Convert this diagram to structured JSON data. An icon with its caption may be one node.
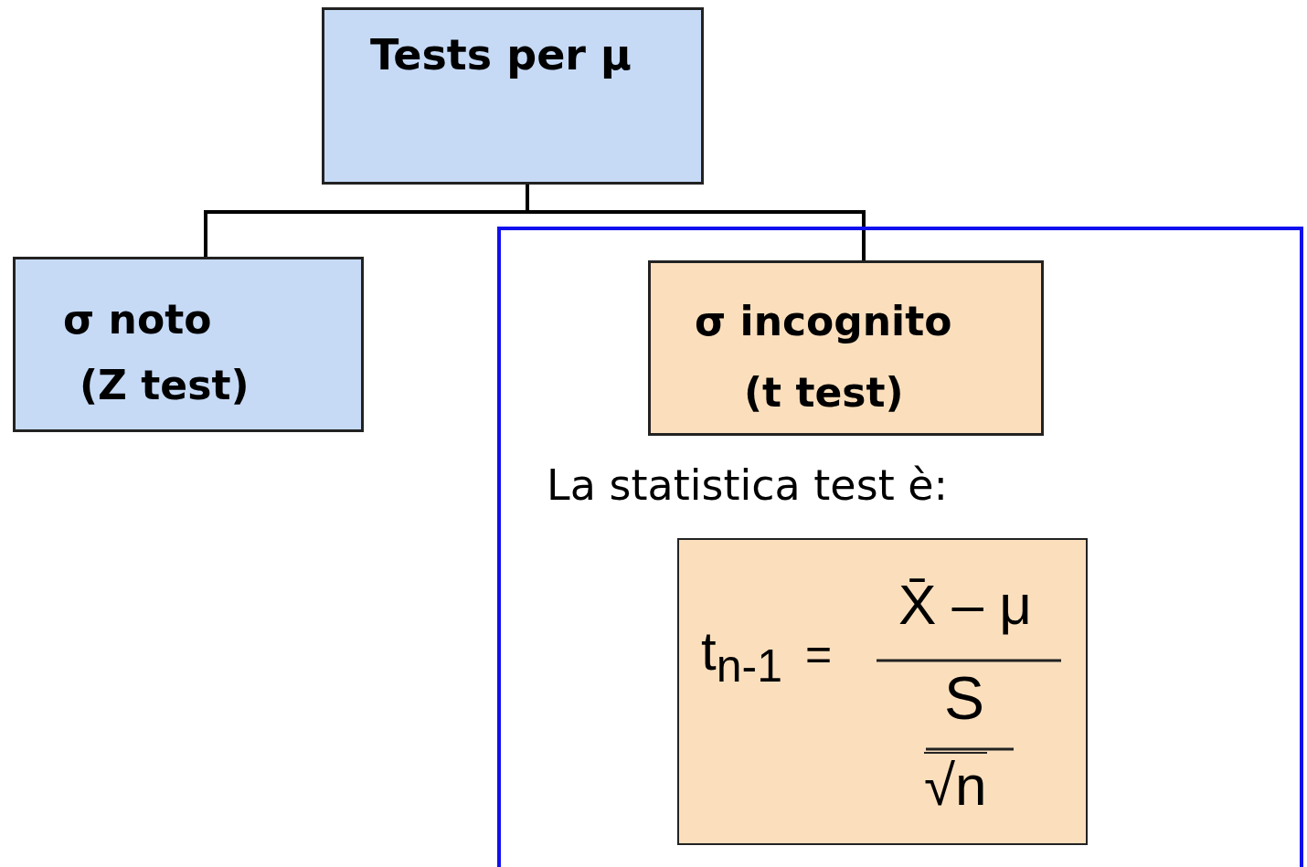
{
  "diagram": {
    "nodes": [
      {
        "text": [
          "Tests per μ"
        ]
      },
      {
        "text": [
          "σ noto",
          "(Z test)"
        ]
      },
      {
        "text": [
          "La statistica test è:"
        ]
      },
      {
        "text": [
          "σ incognito",
          "(t test)"
        ],
        "in": 2
      },
      {
        "text": [
          "t$_{n-1}$",
          "=",
          "X̄ – μ",
          "S",
          "√n"
        ],
        "in": 2
      }
    ],
    "edges": [
      {
        "from": 0,
        "to": 1,
        "arrow": "none"
      },
      {
        "from": 0,
        "to": 3,
        "arrow": "none"
      }
    ]
  }
}
